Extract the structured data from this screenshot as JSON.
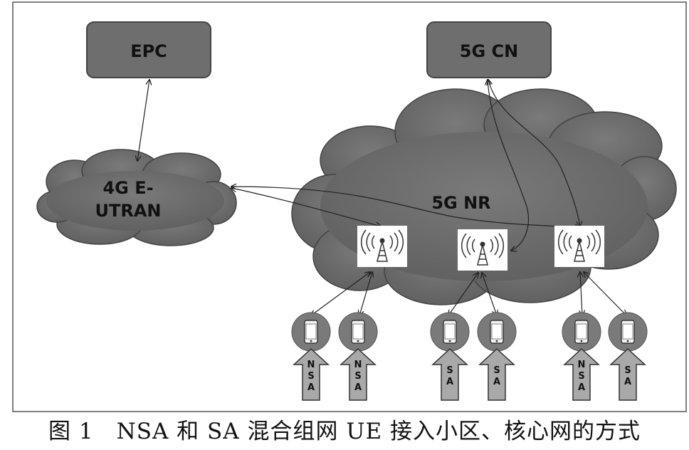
{
  "nodes": {
    "epc": "EPC",
    "core_5g": "5G CN",
    "lte_ran_line1": "4G E-",
    "lte_ran_line2": "UTRAN",
    "nr_ran": "5G NR"
  },
  "ue_groups": [
    {
      "arrow_label": [
        "N",
        "S",
        "A"
      ]
    },
    {
      "arrow_label": [
        "N",
        "S",
        "A"
      ]
    },
    {
      "arrow_label": [
        "S",
        "A"
      ]
    },
    {
      "arrow_label": [
        "S",
        "A"
      ]
    },
    {
      "arrow_label": [
        "N",
        "S",
        "A"
      ]
    },
    {
      "arrow_label": [
        "S",
        "A"
      ]
    }
  ],
  "caption": "图 1　NSA 和 SA 混合组网 UE 接入小区、核心网的方式",
  "colors": {
    "cloud_fill": "#6b6b6b",
    "box_fill": "#6e6e6e",
    "ue_circle": "#7a7a7a",
    "arrow_fill": "#a9a9a9",
    "frame": "#555555"
  },
  "icons": [
    "phone-icon",
    "cell-tower-icon",
    "up-arrow-icon"
  ]
}
